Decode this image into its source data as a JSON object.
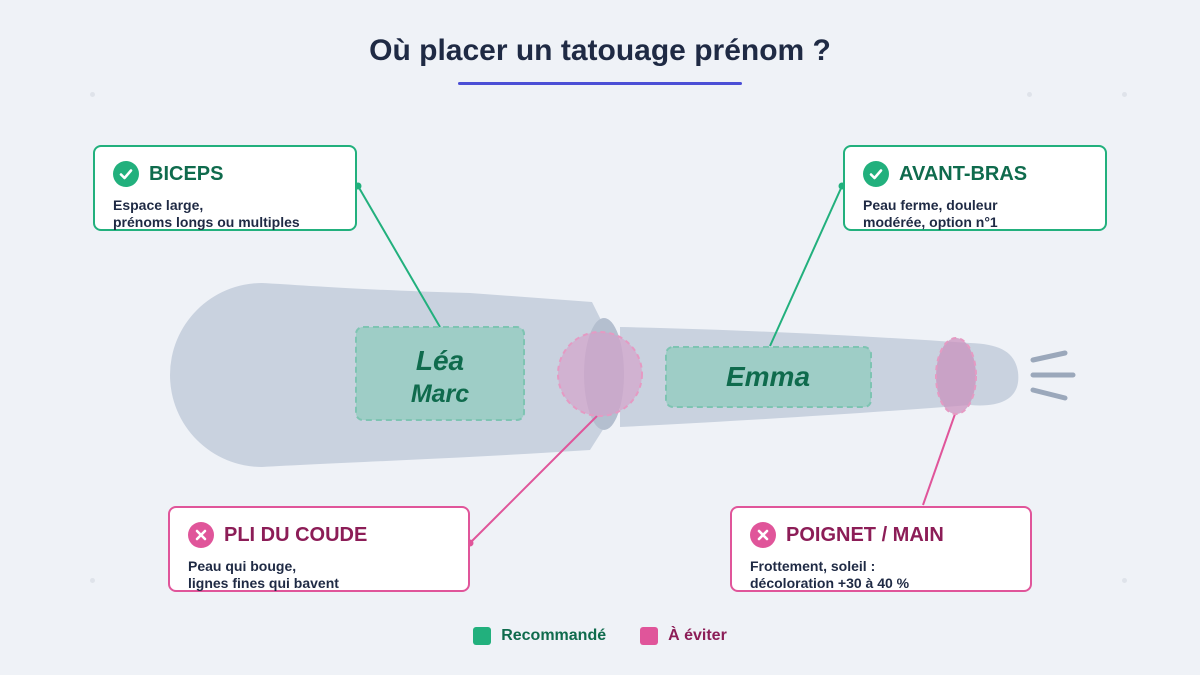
{
  "title": "Où placer un tatouage prénom ?",
  "colors": {
    "recommended": "#22b07d",
    "avoid": "#e0559a",
    "recommended_text": "#0f6b4d",
    "avoid_text": "#8c1d57",
    "title_accent": "#4b4fd6",
    "arm": "#c9d2df"
  },
  "zones": {
    "biceps": {
      "names": [
        "Léa",
        "Marc"
      ]
    },
    "forearm": {
      "names": [
        "Emma"
      ]
    }
  },
  "callouts": {
    "biceps": {
      "status": "recommended",
      "icon": "check-icon",
      "title": "BICEPS",
      "lines": [
        "Espace large,",
        "prénoms longs ou multiples"
      ]
    },
    "forearm": {
      "status": "recommended",
      "icon": "check-icon",
      "title": "AVANT-BRAS",
      "lines": [
        "Peau ferme, douleur",
        "modérée, option n°1"
      ]
    },
    "elbow": {
      "status": "avoid",
      "icon": "cross-icon",
      "title": "PLI DU COUDE",
      "lines": [
        "Peau qui bouge,",
        "lignes fines qui bavent"
      ]
    },
    "wrist": {
      "status": "avoid",
      "icon": "cross-icon",
      "title": "POIGNET / MAIN",
      "lines": [
        "Frottement, soleil :",
        "décoloration +30 à 40 %"
      ]
    }
  },
  "legend": {
    "recommended": "Recommandé",
    "avoid": "À éviter"
  }
}
